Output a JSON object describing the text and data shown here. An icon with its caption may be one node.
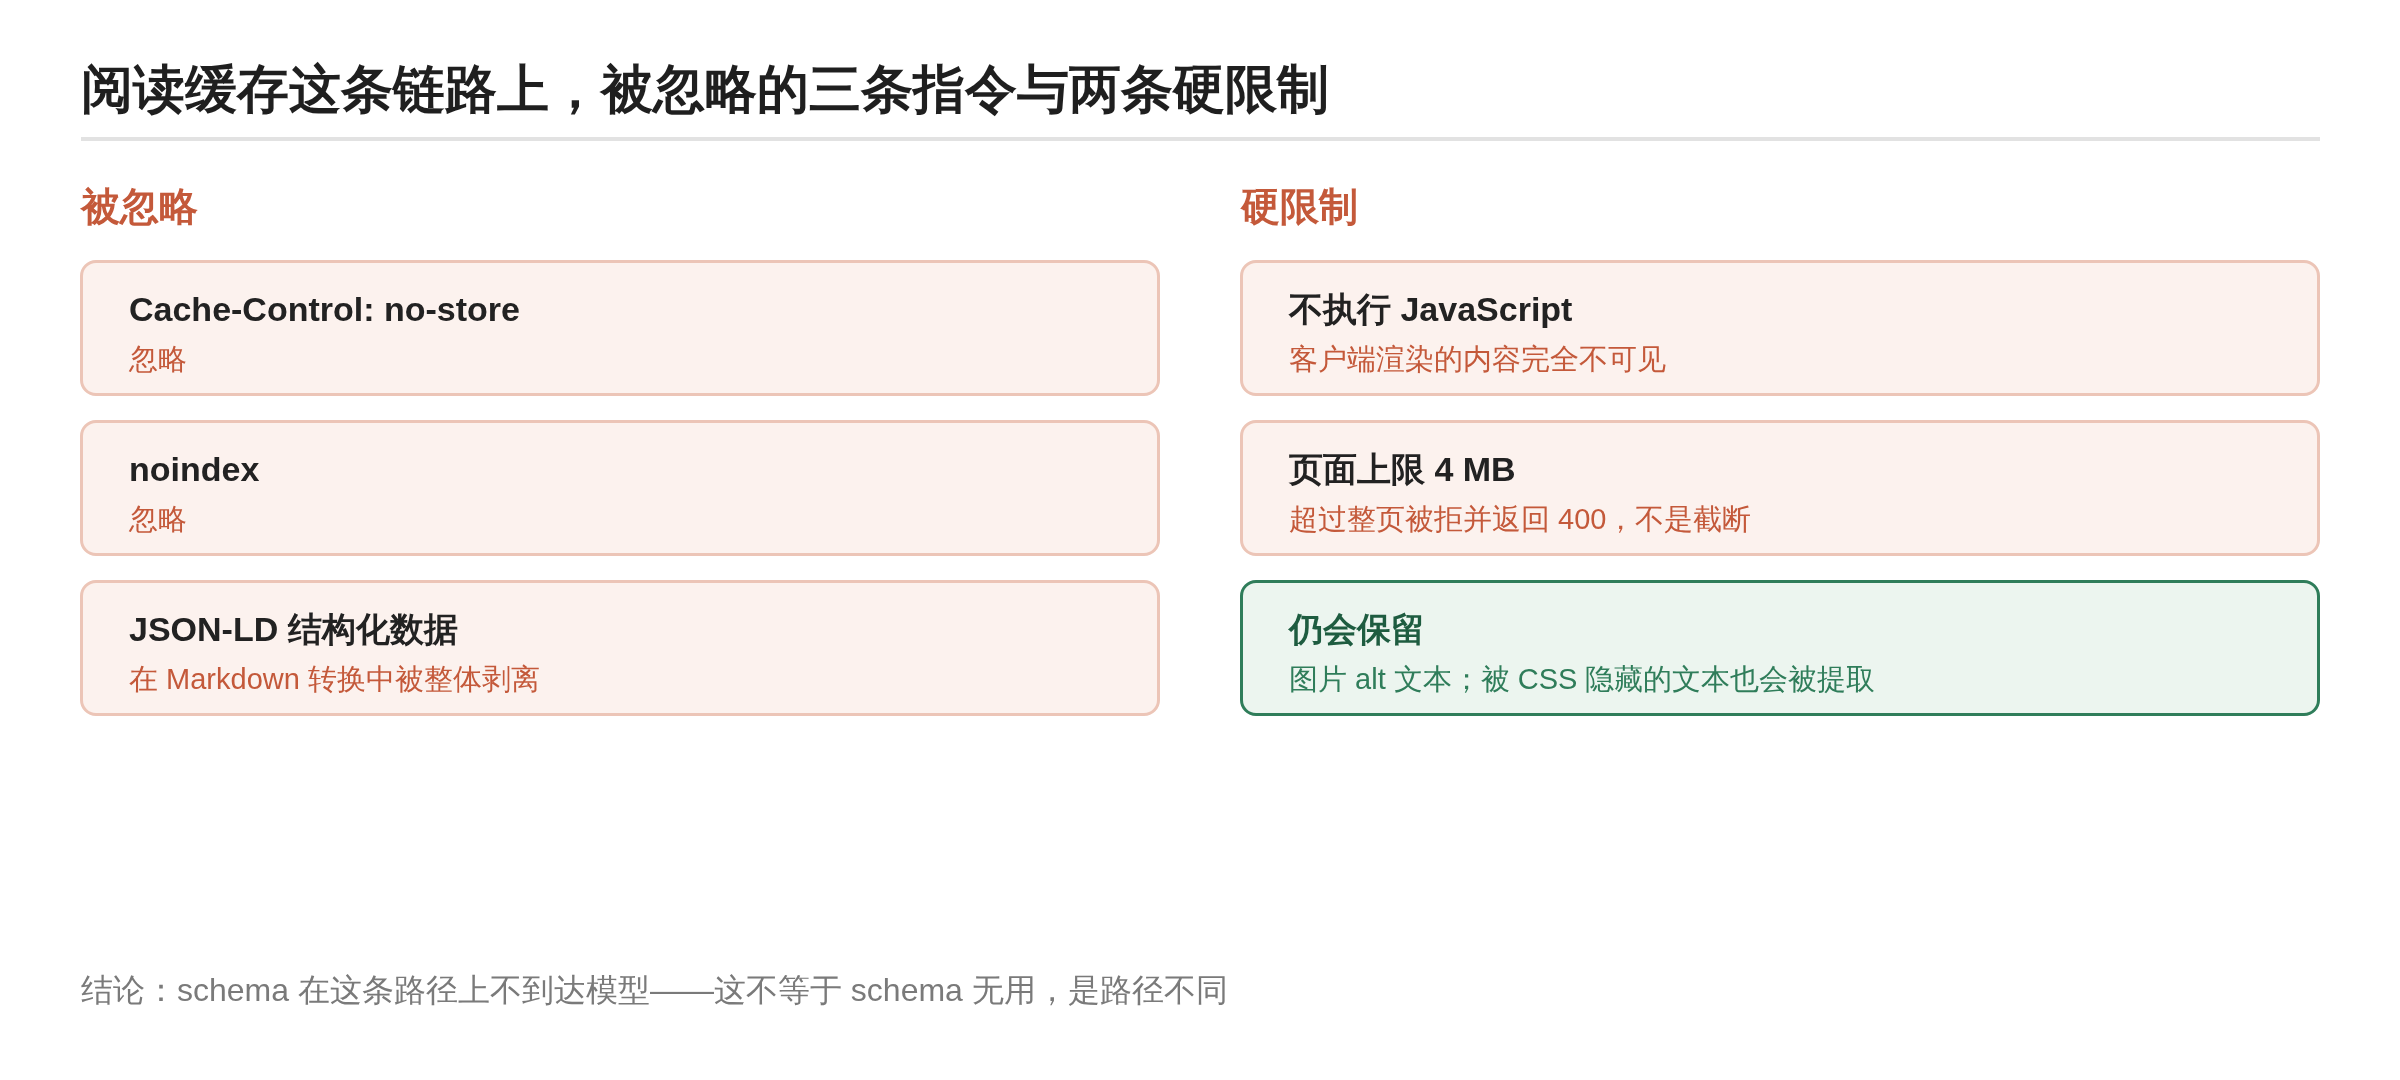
{
  "diagram": {
    "title": "阅读缓存这条链路上，被忽略的三条指令与两条硬限制",
    "nodes": [
      {
        "text": [
          "Cache-Control: no-store",
          "忽略"
        ]
      },
      {
        "text": [
          "noindex",
          "忽略"
        ]
      },
      {
        "text": [
          "JSON-LD 结构化数据",
          "在 Markdown 转换中被整体剥离"
        ]
      },
      {
        "text": [
          "不执行 JavaScript",
          "客户端渲染的内容完全不可见"
        ]
      },
      {
        "text": [
          "页面上限 4 MB",
          "超过整页被拒并返回 400，不是截断"
        ]
      },
      {
        "text": [
          "仍会保留",
          "图片 alt 文本；被 CSS 隐藏的文本也会被提取"
        ]
      }
    ],
    "labels": [
      "被忽略",
      "硬限制"
    ],
    "caption": "结论：schema 在这条路径上不到达模型——这不等于 schema 无用，是路径不同"
  }
}
